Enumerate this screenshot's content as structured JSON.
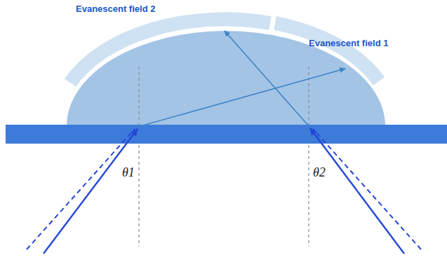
{
  "diagram": {
    "labels": [
      "Evanescent field 2",
      "Evanescent field 1",
      "θ1",
      "θ2"
    ]
  }
}
